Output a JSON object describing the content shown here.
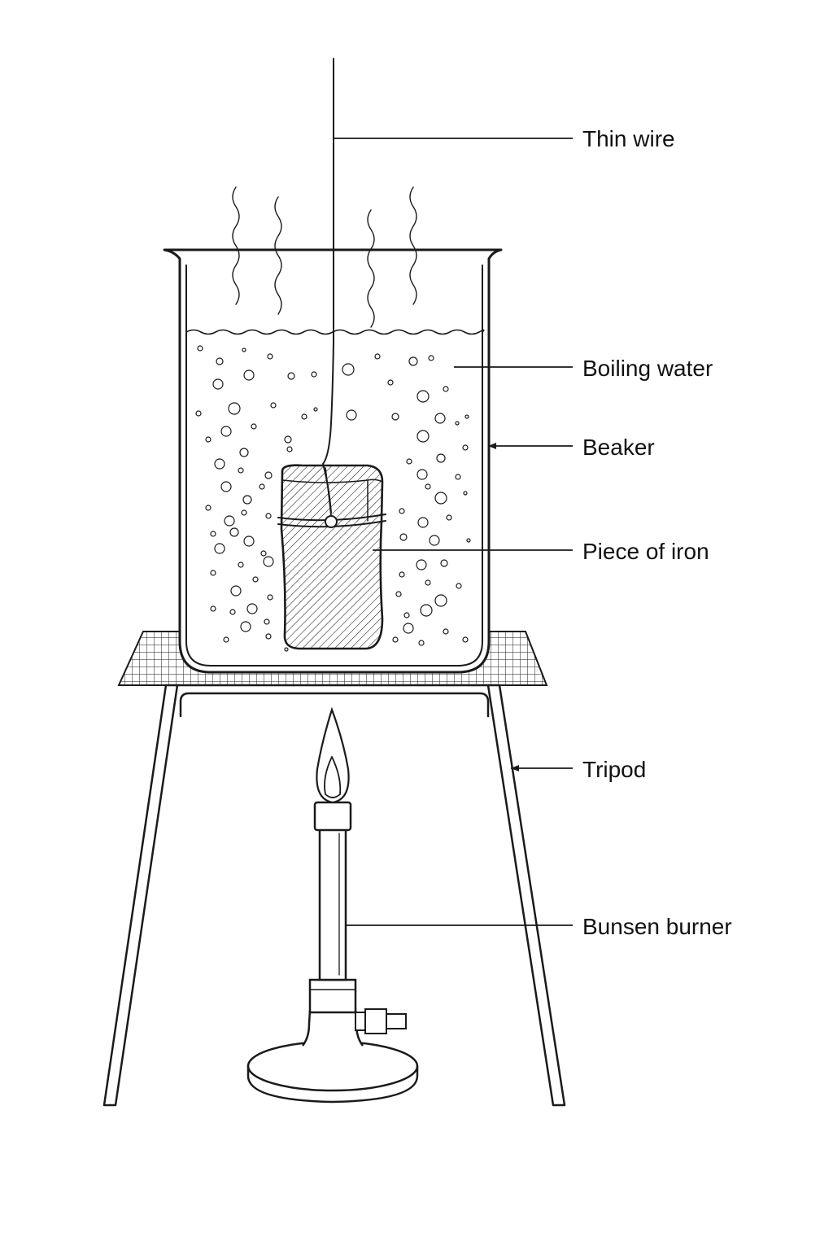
{
  "labels": {
    "thin_wire": "Thin wire",
    "boiling_water": "Boiling water",
    "beaker": "Beaker",
    "piece_of_iron": "Piece of iron",
    "tripod": "Tripod",
    "bunsen_burner": "Bunsen burner"
  },
  "colors": {
    "ink": "#1a1a1a",
    "background": "#ffffff"
  }
}
